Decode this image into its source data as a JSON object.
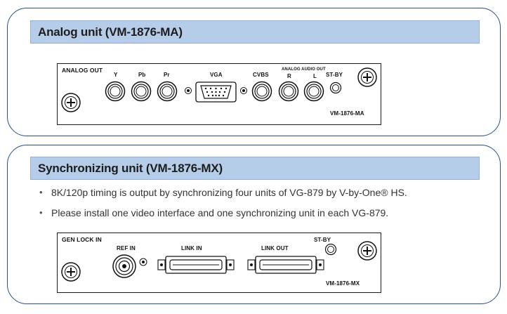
{
  "analog": {
    "title": "Analog unit (VM-1876-MA)",
    "panel": {
      "section_label": "ANALOG OUT",
      "y": "Y",
      "pb": "Pb",
      "pr": "Pr",
      "vga": "VGA",
      "cvbs": "CVBS",
      "audio_group": "ANALOG AUDIO OUT",
      "r": "R",
      "l": "L",
      "stby": "ST-BY",
      "model": "VM-1876-MA"
    }
  },
  "sync": {
    "title": "Synchronizing unit (VM-1876-MX)",
    "bullets": [
      "8K/120p timing is output by synchronizing four units of VG-879 by V-by-One® HS.",
      "Please install one video interface and one synchronizing unit in each VG-879."
    ],
    "panel": {
      "section_label": "GEN LOCK IN",
      "ref_in": "REF IN",
      "link_in": "LINK IN",
      "link_out": "LINK OUT",
      "stby": "ST-BY",
      "model": "VM-1876-MX"
    }
  },
  "icons": {
    "bullet": "•",
    "screw": "screw-icon",
    "rca": "rca-jack-icon",
    "vga": "vga-connector-icon",
    "bnc": "bnc-connector-icon",
    "link": "v-by-one-connector-icon",
    "led": "status-led-icon"
  }
}
